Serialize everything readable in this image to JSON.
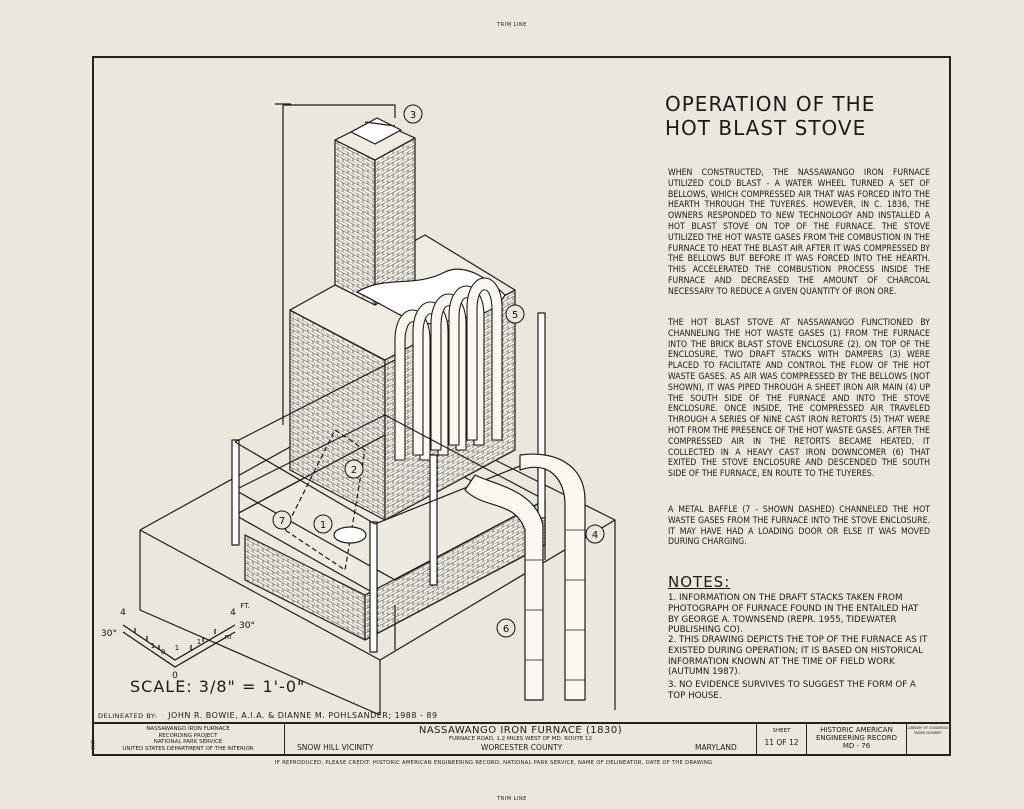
{
  "sheet": {
    "trim_label_top": "TRIM LINE",
    "trim_label_bottom": "TRIM LINE",
    "title_line_1": "OPERATION OF THE",
    "title_line_2": "HOT BLAST STOVE",
    "paragraphs": [
      "WHEN CONSTRUCTED, THE NASSAWANGO IRON FURNACE UTILIZED COLD BLAST - A WATER WHEEL TURNED A SET OF BELLOWS, WHICH COMPRESSED AIR THAT WAS FORCED INTO THE HEARTH THROUGH THE TUYERES. HOWEVER, IN C. 1836, THE OWNERS RESPONDED TO NEW TECHNOLOGY AND INSTALLED A HOT BLAST STOVE ON TOP OF THE FURNACE. THE STOVE UTILIZED THE HOT WASTE GASES FROM THE COMBUSTION IN THE FURNACE TO HEAT THE BLAST AIR AFTER IT WAS COMPRESSED BY THE BELLOWS BUT BEFORE IT WAS FORCED INTO THE HEARTH. THIS ACCELERATED THE COMBUSTION PROCESS INSIDE THE FURNACE AND DECREASED THE AMOUNT OF CHARCOAL NECESSARY TO REDUCE A GIVEN QUANTITY OF IRON ORE.",
      "THE HOT BLAST STOVE AT NASSAWANGO FUNCTIONED BY CHANNELING THE HOT WASTE GASES (1) FROM THE FURNACE INTO THE BRICK BLAST STOVE ENCLOSURE (2). ON TOP OF THE ENCLOSURE, TWO DRAFT STACKS WITH DAMPERS (3) WERE PLACED TO FACILITATE AND CONTROL THE FLOW OF THE HOT WASTE GASES. AS AIR WAS COMPRESSED BY THE BELLOWS (NOT SHOWN), IT WAS PIPED THROUGH A SHEET IRON AIR MAIN (4) UP THE SOUTH SIDE OF THE FURNACE AND INTO THE STOVE ENCLOSURE. ONCE INSIDE, THE COMPRESSED AIR TRAVELED THROUGH A SERIES OF NINE CAST IRON RETORTS (5) THAT WERE HOT FROM THE PRESENCE OF THE HOT WASTE GASES. AFTER THE COMPRESSED AIR IN THE RETORTS BECAME HEATED, IT COLLECTED IN A HEAVY CAST IRON DOWNCOMER (6) THAT EXITED THE STOVE ENCLOSURE AND DESCENDED THE SOUTH SIDE OF THE FURNACE, EN ROUTE TO THE TUYERES.",
      "A METAL BAFFLE (7 - SHOWN DASHED) CHANNELED THE HOT WASTE GASES FROM THE FURNACE INTO THE STOVE ENCLOSURE. IT MAY HAVE HAD A LOADING DOOR OR ELSE IT WAS MOVED DURING CHARGING."
    ],
    "notes_heading": "NOTES:",
    "notes": [
      "1. INFORMATION ON THE DRAFT STACKS TAKEN FROM PHOTOGRAPH OF FURNACE FOUND IN THE ENTAILED HAT BY GEORGE A. TOWNSEND (REPR. 1955, TIDEWATER PUBLISHING CO).",
      "2. THIS DRAWING DEPICTS THE TOP OF THE FURNACE AS IT EXISTED DURING OPERATION; IT IS BASED ON HISTORICAL INFORMATION KNOWN AT THE TIME OF FIELD WORK (AUTUMN 1987).",
      "3. NO EVIDENCE SURVIVES TO SUGGEST THE FORM OF A TOP HOUSE."
    ],
    "scale": "SCALE: 3/8\" = 1'-0\"",
    "scale_graphic": {
      "left_num": "4",
      "right_num": "4",
      "unit": "FT.",
      "left_angle": "30°",
      "right_angle": "30°",
      "zero": "0",
      "ticks_left": [
        "1",
        "0",
        "1"
      ],
      "ticks_right": [
        "1",
        "m"
      ]
    },
    "callouts": [
      "1",
      "2",
      "3",
      "4",
      "5",
      "6",
      "7"
    ],
    "delineated_label": "DELINEATED BY:",
    "delineated_names": "JOHN R. BOWIE, A.I.A. & DIANNE M. POHLSANDER; 1988 - 89",
    "footer_credit": "IF REPRODUCED, PLEASE CREDIT: HISTORIC AMERICAN ENGINEERING RECORD, NATIONAL PARK SERVICE, NAME OF DELINEATOR, DATE OF THE DRAWING",
    "side_mark": "1989"
  },
  "title_block": {
    "project_line_1": "NASSAWANGO IRON FURNACE",
    "project_line_2": "RECORDING PROJECT",
    "agency_line_1": "NATIONAL PARK SERVICE",
    "agency_line_2": "UNITED STATES DEPARTMENT OF THE INTERIOR",
    "vicinity": "SNOW HILL VICINITY",
    "structure_name": "NASSAWANGO IRON FURNACE (1830)",
    "location": "FURNACE ROAD, 1.2 MILES WEST OF MD. ROUTE 12",
    "county": "WORCESTER COUNTY",
    "state": "MARYLAND",
    "sheet_label": "SHEET",
    "sheet_number": "11 of 12",
    "record_line_1": "HISTORIC AMERICAN",
    "record_line_2": "ENGINEERING RECORD",
    "record_number": "MD - 76",
    "loc_line_1": "LIBRARY OF CONGRESS",
    "loc_line_2": "INDEX NUMBER"
  },
  "colors": {
    "paper": "#ece7dc",
    "ink": "#1b1b1b"
  }
}
